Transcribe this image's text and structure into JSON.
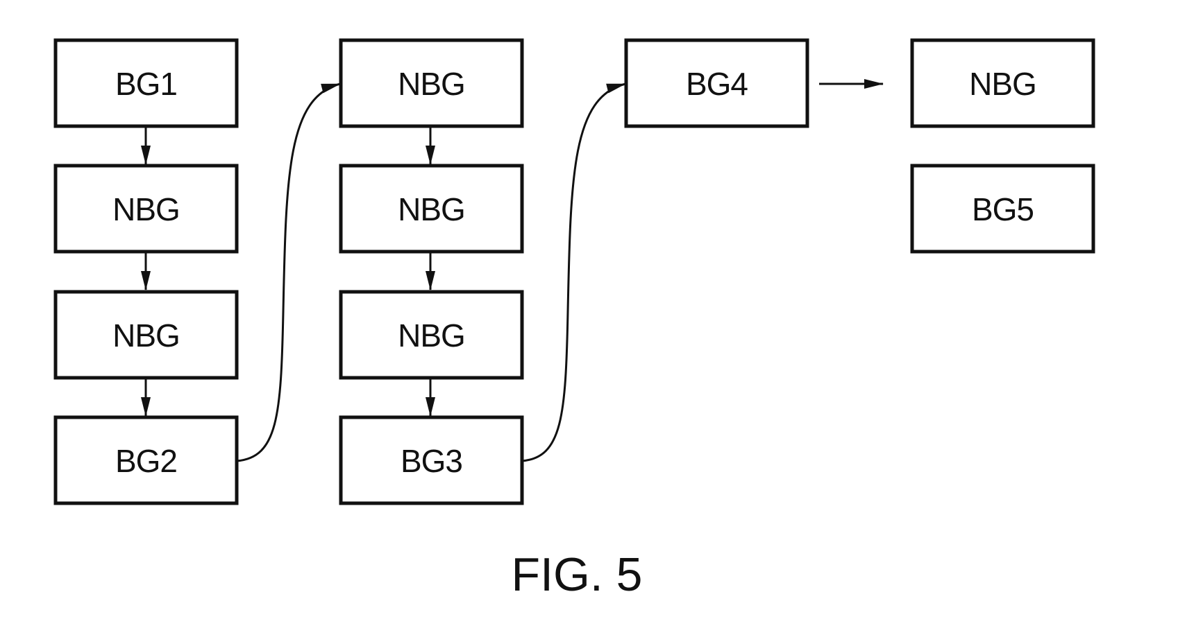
{
  "figure": {
    "caption": "FIG. 5",
    "ink_color": "#111111",
    "background_color": "#ffffff"
  },
  "boxes": [
    {
      "id": "c1r1",
      "label": "BG1"
    },
    {
      "id": "c1r2",
      "label": "NBG"
    },
    {
      "id": "c1r3",
      "label": "NBG"
    },
    {
      "id": "c1r4",
      "label": "BG2"
    },
    {
      "id": "c2r1",
      "label": "NBG"
    },
    {
      "id": "c2r2",
      "label": "NBG"
    },
    {
      "id": "c2r3",
      "label": "NBG"
    },
    {
      "id": "c2r4",
      "label": "BG3"
    },
    {
      "id": "c3r1",
      "label": "BG4"
    },
    {
      "id": "c4r1",
      "label": "NBG"
    },
    {
      "id": "c4r2",
      "label": "BG5"
    }
  ],
  "connections": [
    {
      "from": "c1r1",
      "to": "c1r2"
    },
    {
      "from": "c1r2",
      "to": "c1r3"
    },
    {
      "from": "c1r3",
      "to": "c1r4"
    },
    {
      "from": "c1r4",
      "to": "c2r1"
    },
    {
      "from": "c2r1",
      "to": "c2r2"
    },
    {
      "from": "c2r2",
      "to": "c2r3"
    },
    {
      "from": "c2r3",
      "to": "c2r4"
    },
    {
      "from": "c2r4",
      "to": "c3r1"
    },
    {
      "from": "c3r1",
      "to": "c4r1"
    }
  ]
}
